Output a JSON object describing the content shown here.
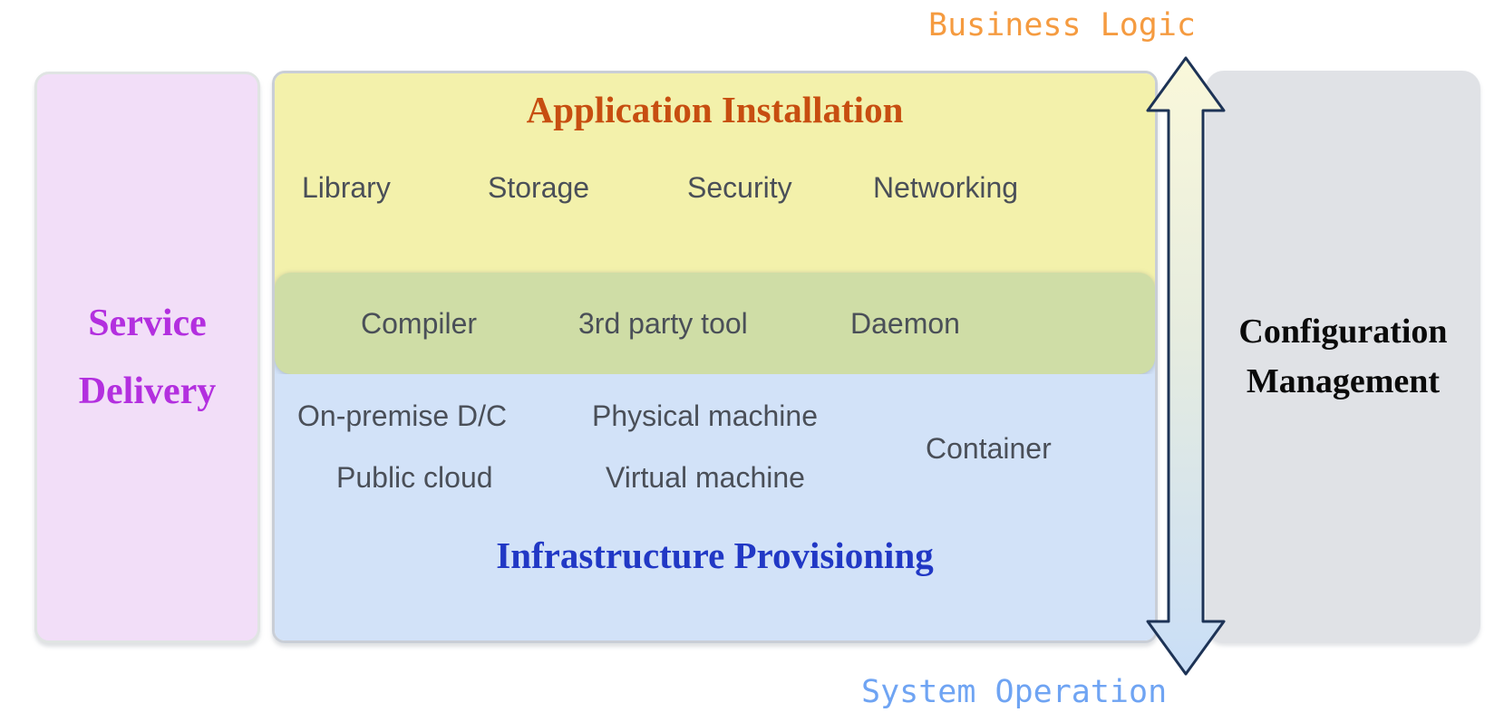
{
  "annotations": {
    "business_logic": "Business Logic",
    "system_operation": "System Operation"
  },
  "left_box": {
    "title": "Service Delivery"
  },
  "center_panel": {
    "application_installation": {
      "title": "Application Installation",
      "items": [
        "Library",
        "Storage",
        "Security",
        "Networking"
      ]
    },
    "middle_band": {
      "items": [
        "Compiler",
        "3rd party tool",
        "Daemon"
      ]
    },
    "infrastructure_provisioning": {
      "title": "Infrastructure Provisioning",
      "items": [
        "On-premise D/C",
        "Physical machine",
        "Container",
        "Public cloud",
        "Virtual machine"
      ]
    }
  },
  "right_box": {
    "title": "Configuration Management"
  },
  "colors": {
    "service_box_bg": "#F2DEF8",
    "service_title": "#B32FDF",
    "yellow_section_bg": "#F3F1AB",
    "app_install_title": "#C74E10",
    "olive_band_bg": "#CFDDA6",
    "blue_section_bg": "#D2E2F8",
    "infra_title": "#2138C5",
    "config_box_bg": "#E0E2E6",
    "item_text": "#4A4F58",
    "business_logic_text": "#F59B40",
    "system_operation_text": "#6FA4F3",
    "arrow_outline": "#1D3356",
    "arrow_gradient_top": "#FAF8DA",
    "arrow_gradient_bottom": "#C9DEF7"
  }
}
